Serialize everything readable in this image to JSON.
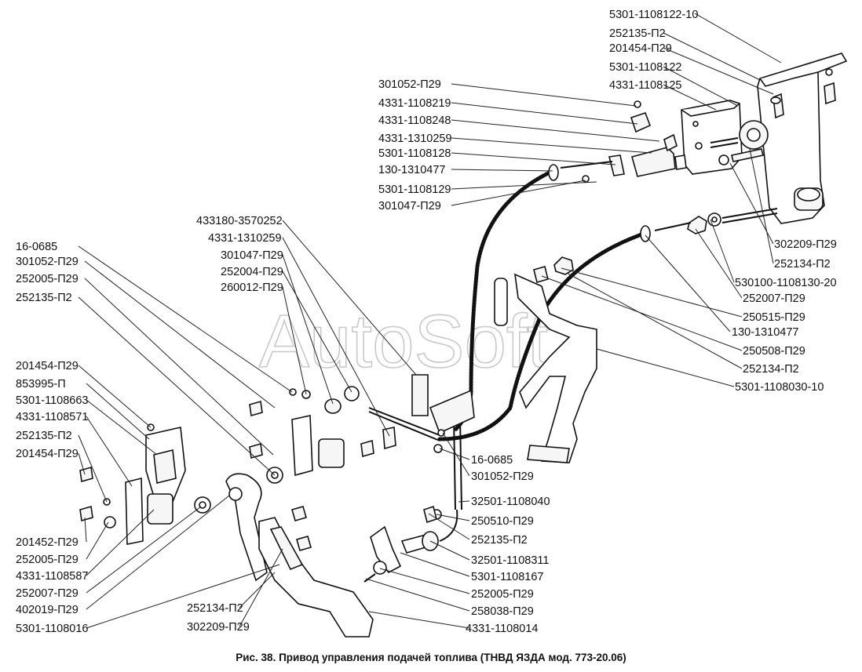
{
  "watermark": "AutoSoft",
  "caption": "Рис. 38. Привод управления подачей топлива (ТНВД ЯЗДА мод. 773-20.06)",
  "labels": {
    "tr": [
      "5301-1108122-10",
      "252135-П2",
      "201454-П29",
      "5301-1108122",
      "4331-1108125"
    ],
    "tc": [
      "301052-П29",
      "4331-1108219",
      "4331-1108248",
      "4331-1310259",
      "5301-1108128",
      "130-1310477",
      "5301-1108129",
      "301047-П29"
    ],
    "rc": [
      "302209-П29",
      "252134-П2",
      "530100-1108130-20",
      "252007-П29",
      "250515-П29",
      "130-1310477",
      "250508-П29",
      "252134-П2",
      "5301-1108030-10"
    ],
    "mc": [
      "433180-3570252",
      "4331-1310259",
      "301047-П29",
      "252004-П29",
      "260012-П29"
    ],
    "ltop": [
      "16-0685",
      "301052-П29",
      "252005-П29",
      "252135-П2"
    ],
    "lmid": [
      "201454-П29",
      "853995-П",
      "5301-1108663",
      "4331-1108571",
      "252135-П2",
      "201454-П29"
    ],
    "lbot": [
      "201452-П29",
      "252005-П29",
      "4331-1108587",
      "252007-П29",
      "402019-П29",
      "5301-1108016"
    ],
    "cb": [
      "252134-П2",
      "302209-П29"
    ],
    "bc": [
      "16-0685",
      "301052-П29",
      "32501-1108040",
      "250510-П29",
      "252135-П2",
      "32501-1108311",
      "5301-1108167",
      "252005-П29",
      "258038-П29",
      "4331-1108014"
    ]
  }
}
